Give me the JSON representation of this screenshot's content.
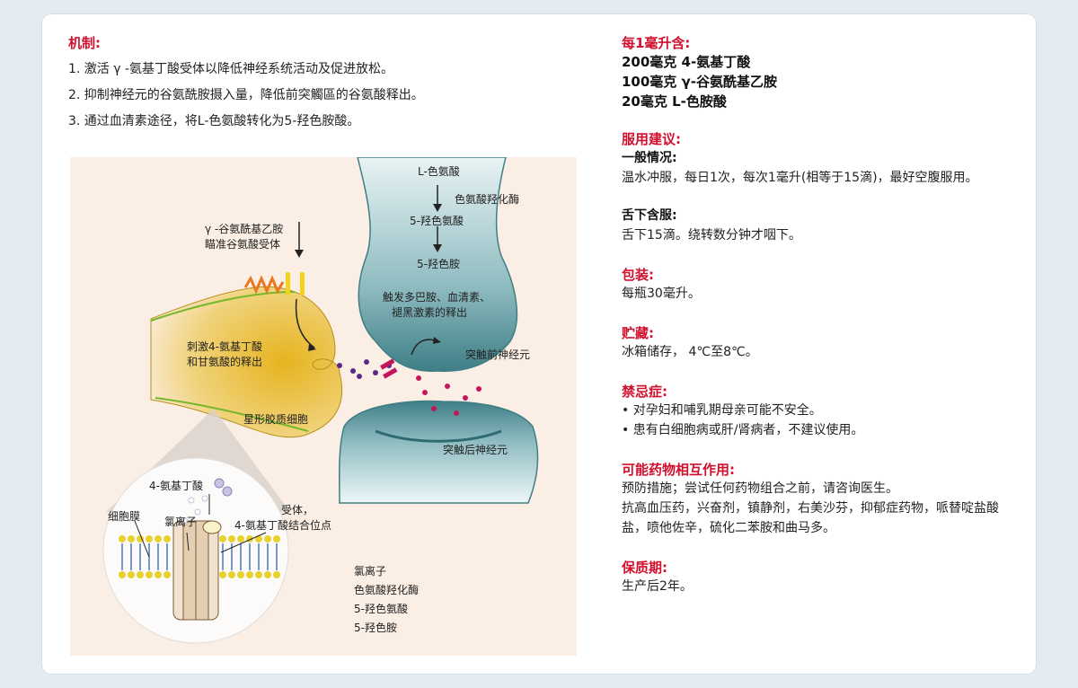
{
  "left": {
    "mech_title": "机制:",
    "mech_items": [
      "1. 激活 γ -氨基丁酸受体以降低神经系统活动及促进放松。",
      "2. 抑制神经元的谷氨酰胺摄入量，降低前突觸區的谷氨酸释出。",
      "3. 通过血清素途径，将L-色氨酸转化为5-羟色胺酸。"
    ]
  },
  "diagram": {
    "l_trp": "L-色氨酸",
    "enzyme": "色氨酸羟化酶",
    "htp": "5-羟色氨酸",
    "ht": "5-羟色胺",
    "trigger_1": "触发多巴胺、血清素、",
    "trigger_2": "褪黑激素的释出",
    "gln_1": "γ -谷氨酰基乙胺",
    "gln_2": "瞄准谷氨酸受体",
    "stim_1": "刺激4-氨基丁酸",
    "stim_2": "和甘氨酸的释出",
    "astro": "星形胶质细胞",
    "pre": "突触前神经元",
    "post": "突触后神经元",
    "gaba": "4-氨基丁酸",
    "membrane": "细胞膜",
    "chloride": "氯离子",
    "receptor_1": "受体，",
    "receptor_2": "4-氨基丁酸结合位点",
    "legend": [
      "氯离子",
      "色氨酸羟化酶",
      "5-羟色氨酸",
      "5-羟色胺"
    ]
  },
  "right": {
    "comp_title": "每1毫升含:",
    "comp_items": [
      "200毫克 4-氨基丁酸",
      "100毫克 γ-谷氨酰基乙胺",
      "20毫克 L-色胺酸"
    ],
    "usage_title": "服用建议:",
    "usage_sub": "一般情况:",
    "usage_text": "温水冲服，每日1次，每次1毫升(相等于15滴)，最好空腹服用。",
    "sub2": "舌下含服:",
    "sub2_text": "舌下15滴。绕转数分钟才咽下。",
    "pack_title": "包装:",
    "pack_text": "每瓶30毫升。",
    "store_title": "贮藏:",
    "store_text": "冰箱储存， 4℃至8℃。",
    "contra_title": "禁忌症:",
    "contra_items": [
      "对孕妇和哺乳期母亲可能不安全。",
      "患有白细胞病或肝/肾病者，不建议使用。"
    ],
    "inter_title": "可能药物相互作用:",
    "inter_text_1": "预防措施；尝试任何药物组合之前，请咨询医生。",
    "inter_text_2": "抗高血压药，兴奋剂，镇静剂，右美沙芬，抑郁症药物，哌替啶盐酸盐，喷他佐辛，硫化二苯胺和曲马多。",
    "shelf_title": "保质期:",
    "shelf_text": "生产后2年。"
  },
  "colors": {
    "accent": "#d2102e",
    "diagram_bg": "#fbeee4",
    "neuron": "#4f8a92",
    "astrocyte": "#e3b325"
  }
}
